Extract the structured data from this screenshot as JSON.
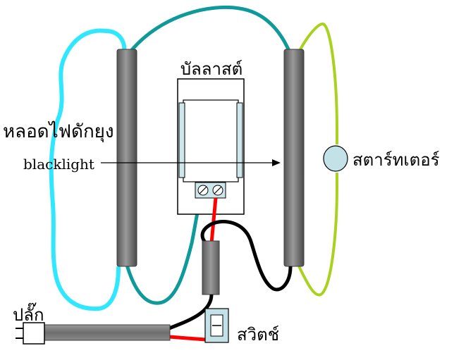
{
  "labels": {
    "ballast": "บัลลาสต์",
    "lamp": "หลอดไฟดักยุง",
    "blacklight": "blacklight",
    "starter": "สตาร์ทเตอร์",
    "plug": "ปลั๊ก",
    "switch": "สวิตช์"
  },
  "colors": {
    "tube_fill": "#7f7f7f",
    "tube_dark": "#505050",
    "teal_wire": "#0f9a9a",
    "cyan_wire": "#2fe8ff",
    "lime_wire": "#a8d21e",
    "red_wire": "#ff0000",
    "black_wire": "#000000",
    "ballast_fill": "#cde7ea",
    "starter_fill": "#c3e2e7",
    "cord_fill": "#7f7f7f"
  }
}
